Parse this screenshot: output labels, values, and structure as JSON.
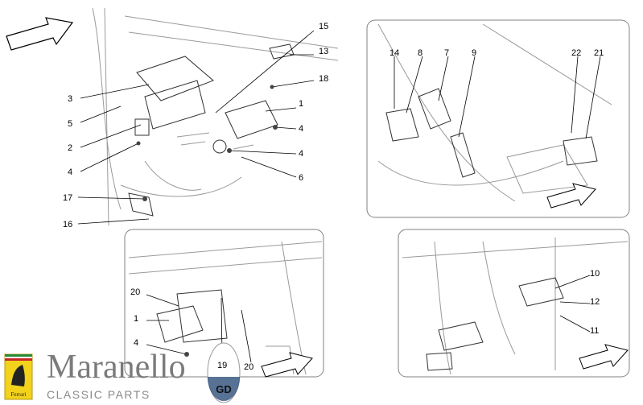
{
  "watermark": {
    "text": "Maranello",
    "subtext": "CLASSIC PARTS",
    "gd_badge": "GD"
  },
  "brand": {
    "name": "Maranello",
    "tagline": "CLASSIC PARTS",
    "logo": "ferrari-shield",
    "shield_text": "Ferrari"
  },
  "colors": {
    "line": "#000000",
    "sketch": "#9a9a9a",
    "panel_border": "#808080",
    "watermark": "#e6e6e6",
    "brand_text": "#7b7b7b",
    "shield_yellow": "#f2d21b",
    "badge_blue": "#2d4f7a"
  },
  "main_view": {
    "labels": [
      "15",
      "13",
      "18",
      "3",
      "1",
      "5",
      "4",
      "2",
      "4",
      "4",
      "6",
      "17",
      "16"
    ]
  },
  "panel_top_right": {
    "labels": [
      "14",
      "8",
      "7",
      "9",
      "22",
      "21"
    ]
  },
  "panel_bottom_left": {
    "labels": [
      "20",
      "1",
      "4",
      "19",
      "20"
    ]
  },
  "panel_bottom_right": {
    "labels": [
      "10",
      "12",
      "11"
    ]
  }
}
